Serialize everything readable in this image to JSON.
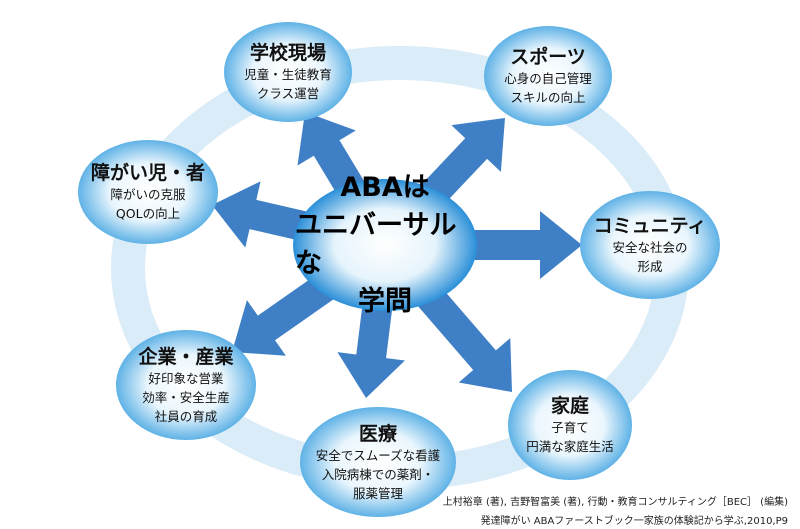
{
  "center": {
    "lines": [
      "ABAは",
      "ユニバーサルな",
      "学問"
    ]
  },
  "nodes": [
    {
      "title": "学校現場",
      "lines": [
        "児童・生徒教育",
        "クラス運営"
      ]
    },
    {
      "title": "スポーツ",
      "lines": [
        "心身の自己管理",
        "スキルの向上"
      ]
    },
    {
      "title": "障がい児・者",
      "lines": [
        "障がいの克服",
        "QOLの向上"
      ]
    },
    {
      "title": "コミュニティ",
      "lines": [
        "安全な社会の",
        "形成"
      ]
    },
    {
      "title": "企業・産業",
      "lines": [
        "好印象な営業",
        "効率・安全生産",
        "社員の育成"
      ]
    },
    {
      "title": "家庭",
      "lines": [
        "子育て",
        "円満な家庭生活"
      ]
    },
    {
      "title": "医療",
      "lines": [
        "安全でスムーズな看護",
        "入院病棟での薬剤・",
        "服薬管理"
      ]
    }
  ],
  "citation": {
    "line1": "上村裕章 (著), 吉野智富美 (著), 行動・教育コンサルティング［BEC］ (編集)",
    "line2": "発達障がい ABAファーストブック一家族の体験記から学ぶ,2010,P9"
  },
  "colors": {
    "arrow": "#3f7fc6",
    "ring": "#d9ecf8",
    "node_edge": "#6cb8e6",
    "node_center": "#ffffff"
  }
}
